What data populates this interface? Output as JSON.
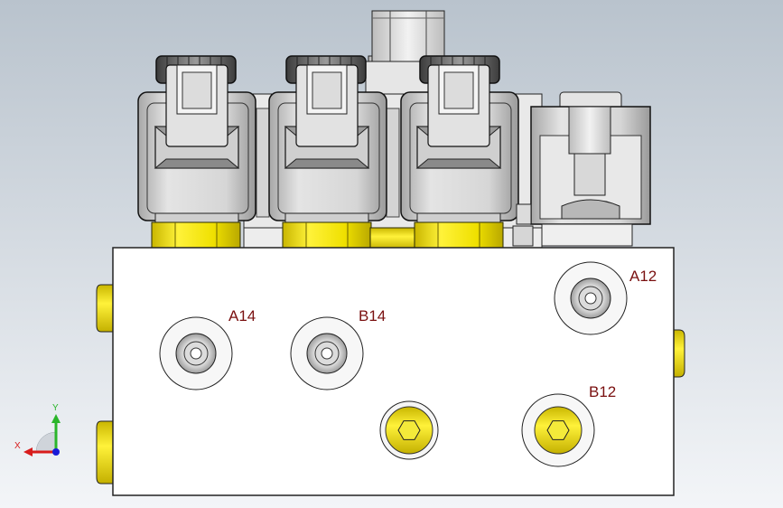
{
  "viewport": {
    "background_top": "#b9c3cd",
    "background_bottom": "#f3f5f8"
  },
  "ports": {
    "a14": {
      "label": "A14"
    },
    "b14": {
      "label": "B14"
    },
    "a12": {
      "label": "A12"
    },
    "b12": {
      "label": "B12"
    }
  },
  "triad": {
    "x_label": "X",
    "y_label": "Y",
    "x_color": "#d81c1c",
    "y_color": "#2ab52a",
    "z_color": "#1a1ad8"
  },
  "colors": {
    "manifold_body": "#ffffff",
    "brass": "#f0e400",
    "brass_dark": "#c9b600",
    "coil_gray": "#d0d0d0",
    "label_red": "#7a1010"
  }
}
